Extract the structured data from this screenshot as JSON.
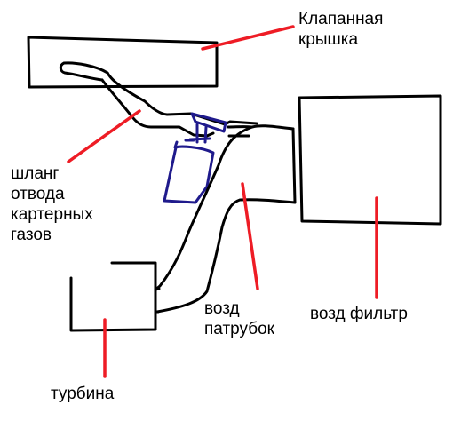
{
  "labels": {
    "valve_cover": [
      "Клапанная",
      "крышка"
    ],
    "crankcase_hose": [
      "шланг",
      "отвода",
      "картерных",
      "газов"
    ],
    "intake_pipe": [
      "возд",
      "патрубок"
    ],
    "air_filter": "возд фильтр",
    "turbine": "турбина"
  },
  "colors": {
    "outline": "#000000",
    "pointer": "#ee1c25",
    "separator": "#1f1a8c",
    "background": "#ffffff"
  }
}
